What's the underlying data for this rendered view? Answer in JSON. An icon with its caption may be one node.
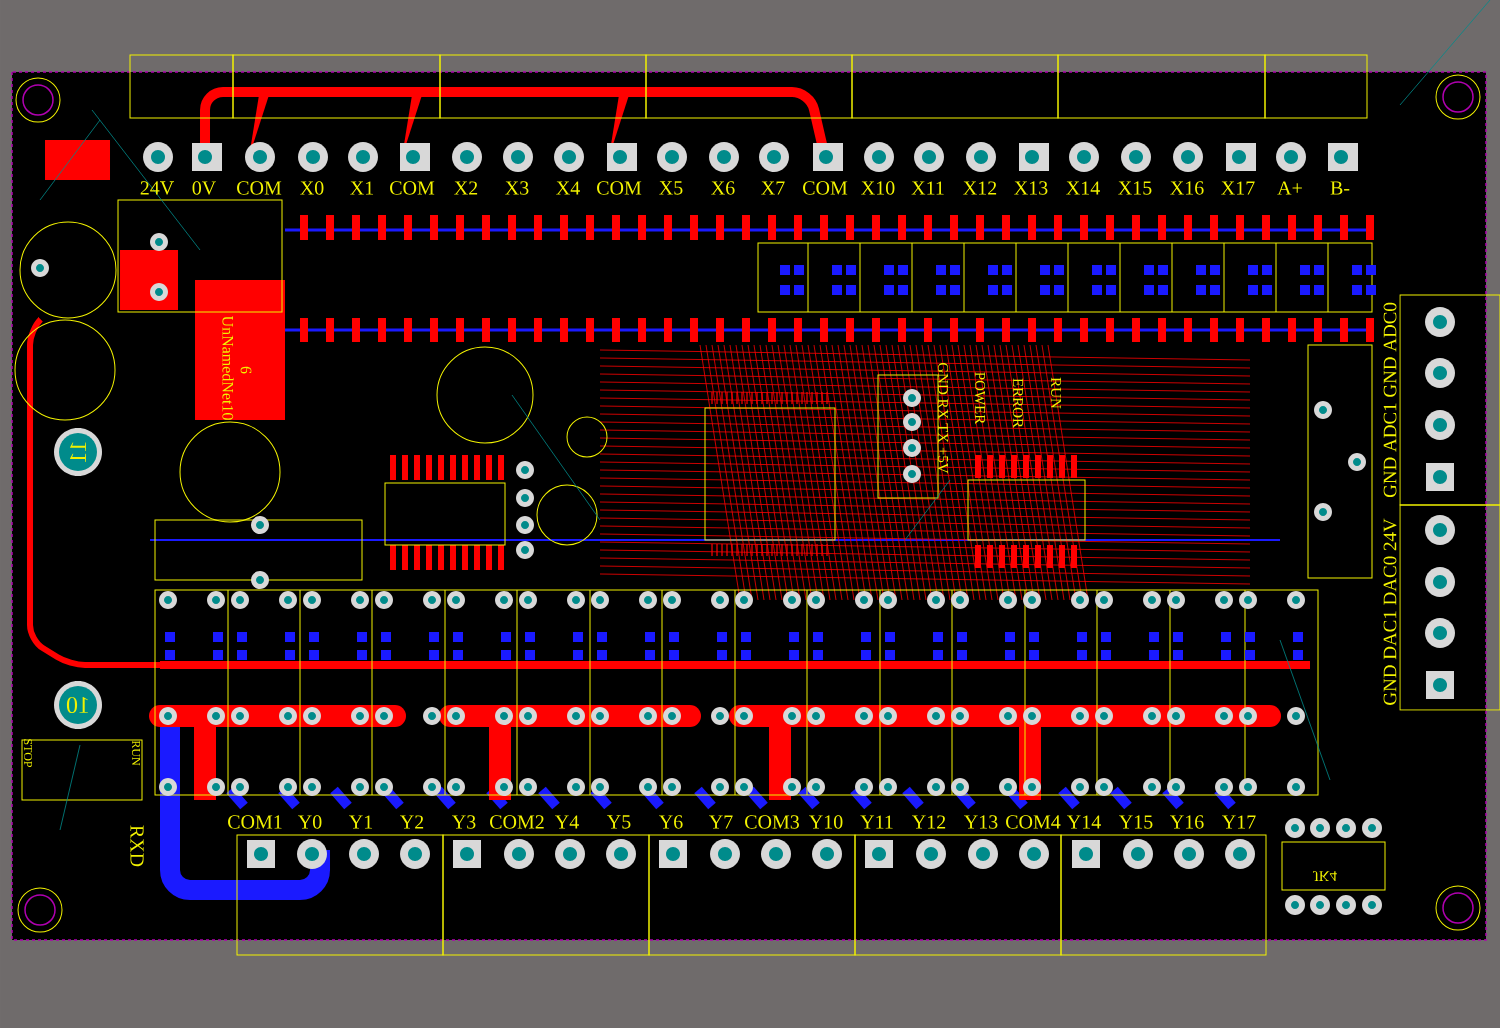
{
  "diagram": {
    "labels": [
      "24V",
      "0V",
      "COM",
      "X0",
      "X1",
      "COM",
      "X2",
      "X3",
      "X4",
      "COM",
      "X5",
      "X6",
      "X7",
      "COM",
      "X10",
      "X11",
      "X12",
      "X13",
      "X14",
      "X15",
      "X16",
      "X17",
      "A+",
      "B-",
      "GND ADC1 GND ADC0",
      "GND DAC1 DAC0 24V",
      "UnNamedNet10",
      "6",
      "GND RX TX +5V",
      "POWER",
      "ERROR",
      "RUN",
      "11",
      "10",
      "STOP",
      "RUN",
      "RXD",
      "COM1",
      "Y0",
      "Y1",
      "Y2",
      "Y3",
      "COM2",
      "Y4",
      "Y5",
      "Y6",
      "Y7",
      "COM3",
      "Y10",
      "Y11",
      "Y12",
      "Y13",
      "COM4",
      "Y14",
      "Y15",
      "Y16",
      "Y17",
      "JK4"
    ]
  }
}
